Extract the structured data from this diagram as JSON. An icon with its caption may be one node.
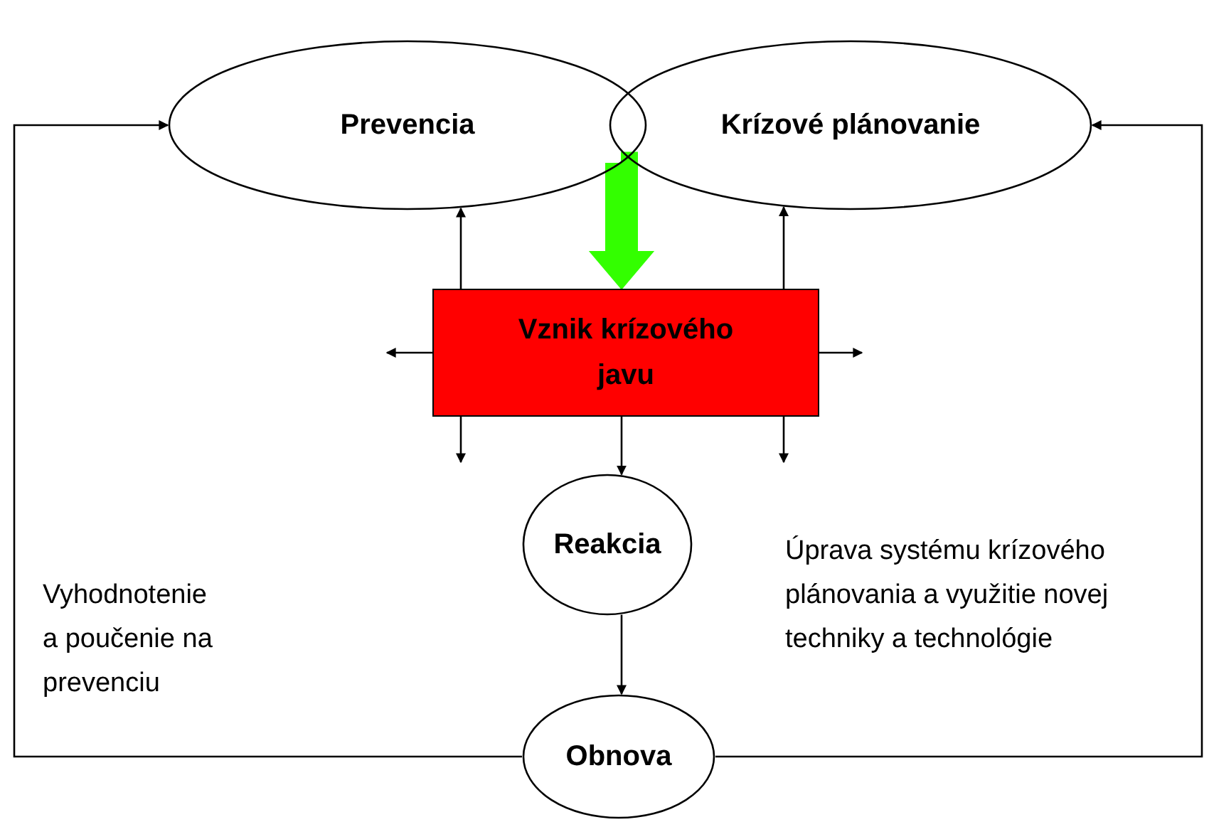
{
  "diagram": {
    "nodes": [
      {
        "text": [
          "Prevencia"
        ]
      },
      {
        "text": [
          "Krízové plánovanie"
        ]
      },
      {
        "text": [
          "Vznik krízového javu"
        ]
      },
      {
        "text": [
          "Reakcia"
        ]
      },
      {
        "text": [
          "Obnova"
        ]
      }
    ],
    "edges": [
      {
        "from": 0,
        "to": 2,
        "arrow": "to",
        "style": "thick",
        "color": "#33ff00"
      },
      {
        "from": 1,
        "to": 2,
        "arrow": "to",
        "style": "thick",
        "color": "#33ff00"
      },
      {
        "from": 2,
        "to": 0,
        "arrow": "to"
      },
      {
        "from": 2,
        "to": 1,
        "arrow": "to"
      },
      {
        "from": 2,
        "to": null,
        "arrow": "to"
      },
      {
        "from": 2,
        "to": null,
        "arrow": "to"
      },
      {
        "from": 2,
        "to": null,
        "arrow": "to"
      },
      {
        "from": 2,
        "to": 3,
        "arrow": "to"
      },
      {
        "from": 2,
        "to": null,
        "arrow": "to"
      },
      {
        "from": 3,
        "to": 4,
        "arrow": "to"
      },
      {
        "from": 4,
        "to": 0,
        "arrow": "to"
      },
      {
        "from": 4,
        "to": 1,
        "arrow": "to"
      }
    ],
    "labels": [
      "Vyhodnotenie a poučenie na prevenciu",
      "Úprava systému krízového plánovania a využitie novej techniky a technológie"
    ]
  }
}
